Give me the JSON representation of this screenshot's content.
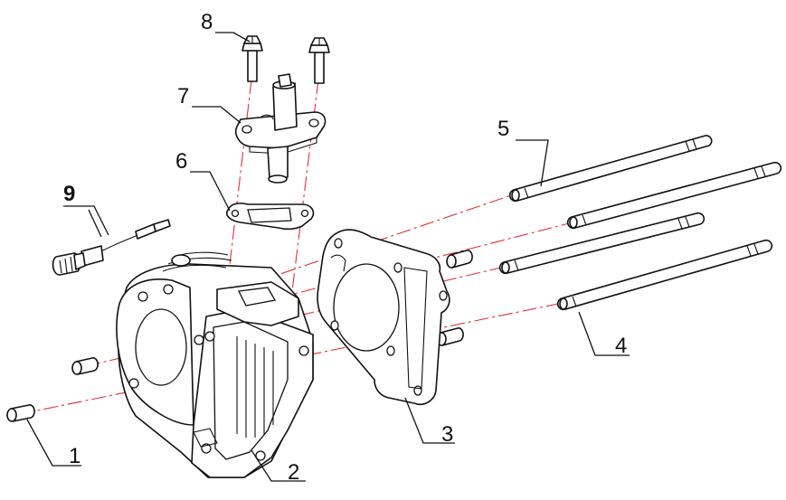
{
  "callouts": {
    "c1": "1",
    "c2": "2",
    "c3": "3",
    "c4": "4",
    "c5": "5",
    "c6": "6",
    "c7": "7",
    "c8": "8",
    "c9": "9"
  },
  "colors": {
    "axis_line": "#e0303a",
    "line_art": "#111111",
    "background": "#ffffff"
  }
}
